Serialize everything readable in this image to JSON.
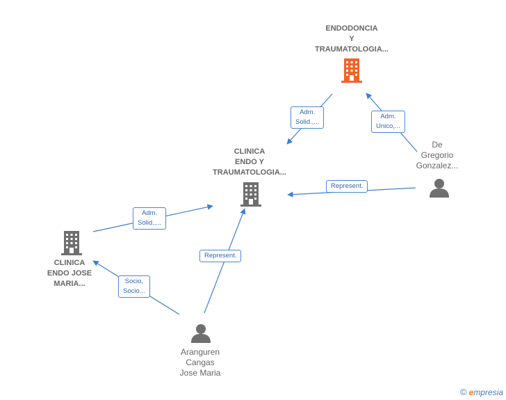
{
  "colors": {
    "edge": "#3f7fd6",
    "company_main": "#f0632a",
    "company": "#6f6f6f",
    "person": "#6f6f6f"
  },
  "nodes": {
    "endodoncia": {
      "type": "company-highlight",
      "icon": "building-icon",
      "lines": [
        "ENDODONCIA",
        "Y",
        "TRAUMATOLOGIA..."
      ]
    },
    "clinica_endo_y": {
      "type": "company",
      "icon": "building-icon",
      "lines": [
        "CLINICA",
        "ENDO Y",
        "TRAUMATOLOGIA..."
      ]
    },
    "clinica_endo_jose": {
      "type": "company",
      "icon": "building-icon",
      "lines": [
        "CLINICA",
        "ENDO JOSE",
        "MARIA..."
      ]
    },
    "de_gregorio": {
      "type": "person",
      "icon": "person-icon",
      "lines": [
        "De",
        "Gregorio",
        "Gonzalez..."
      ]
    },
    "aranguren": {
      "type": "person",
      "icon": "person-icon",
      "lines": [
        "Aranguren",
        "Cangas",
        "Jose Maria"
      ]
    }
  },
  "edges": [
    {
      "id": "adm_solid_top",
      "lines": [
        "Adm.",
        "Solid.,..."
      ]
    },
    {
      "id": "adm_unico",
      "lines": [
        "Adm.",
        "Unico,..."
      ]
    },
    {
      "id": "represent_right",
      "lines": [
        "Represent."
      ]
    },
    {
      "id": "adm_solid_left",
      "lines": [
        "Adm.",
        "Solid.,..."
      ]
    },
    {
      "id": "represent_bottom",
      "lines": [
        "Represent."
      ]
    },
    {
      "id": "socio",
      "lines": [
        "Socio,",
        "Socio..."
      ]
    }
  ],
  "brand": {
    "copyright": "©",
    "initial": "e",
    "name": "mpresia"
  }
}
